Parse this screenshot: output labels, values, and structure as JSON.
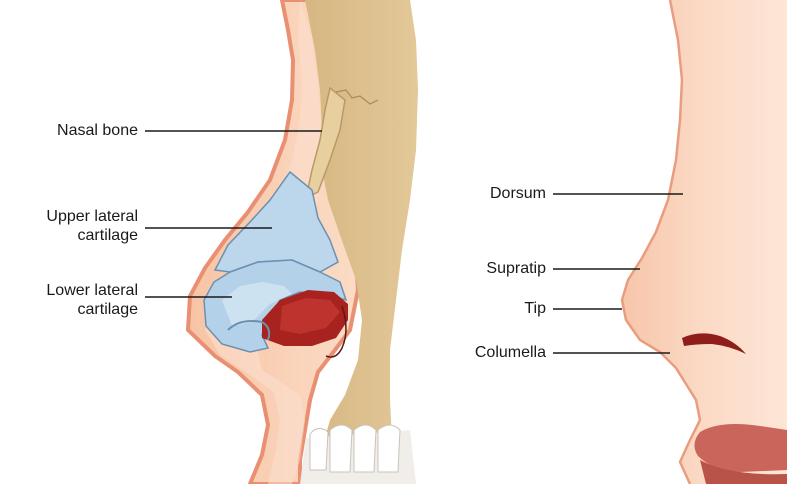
{
  "left_panel": {
    "labels": [
      {
        "id": "nasal-bone",
        "lines": [
          "Nasal bone"
        ]
      },
      {
        "id": "upper-lateral-cartilage",
        "lines": [
          "Upper lateral",
          "cartilage"
        ]
      },
      {
        "id": "lower-lateral-cartilage",
        "lines": [
          "Lower lateral",
          "cartilage"
        ]
      }
    ]
  },
  "right_panel": {
    "labels": [
      {
        "id": "dorsum",
        "lines": [
          "Dorsum"
        ]
      },
      {
        "id": "supratip",
        "lines": [
          "Supratip"
        ]
      },
      {
        "id": "tip",
        "lines": [
          "Tip"
        ]
      },
      {
        "id": "columella",
        "lines": [
          "Columella"
        ]
      }
    ]
  },
  "colors": {
    "skin": "#f6c7a8",
    "skin_edge": "#e98f72",
    "bone": "#dcc08f",
    "cartilage": "#b7d4ea",
    "cartilage_edge": "#6d8fb0",
    "nostril": "#a8231f",
    "lip": "#c9655a"
  }
}
